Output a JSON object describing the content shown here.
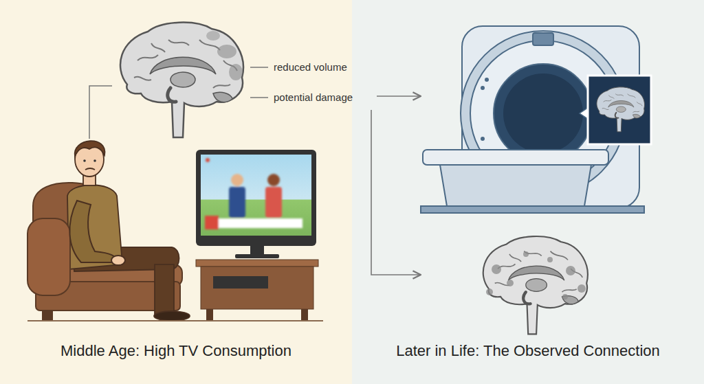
{
  "diagram": {
    "nodes": [
      {
        "text": [
          "Middle Age: High TV Consumption"
        ]
      },
      {
        "text": [
          "Later in Life: The Observed Connection"
        ]
      }
    ],
    "labels": [
      "reduced volume",
      "potential damage"
    ]
  }
}
